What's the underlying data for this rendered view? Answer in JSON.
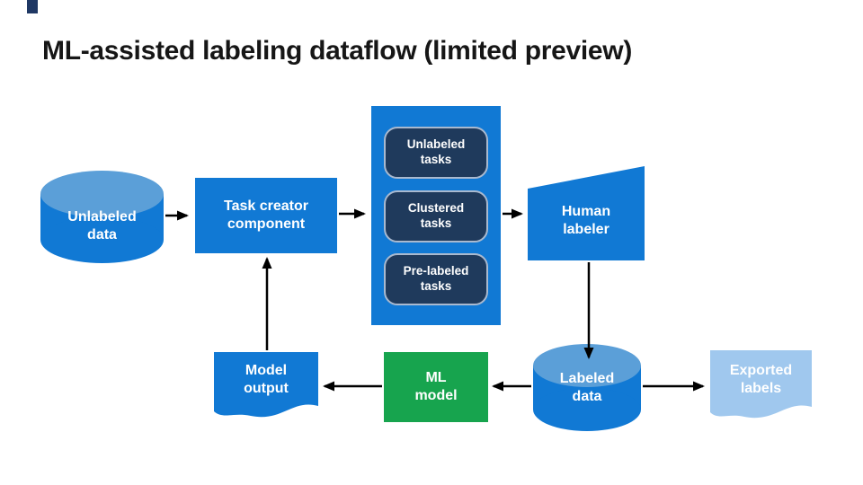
{
  "slide": {
    "title": "ML-assisted labeling dataflow (limited preview)"
  },
  "colors": {
    "primary_blue": "#1179d4",
    "cylinder_top": "#5b9fd8",
    "navy": "#1f3a5c",
    "navy_border": "#a9b9cf",
    "green": "#17a44e",
    "light_blue": "#a0c8ee",
    "arrow": "#000000",
    "title_text": "#161616",
    "label_text": "#ffffff",
    "accent_navy": "#1f3864"
  },
  "nodes": {
    "unlabeled_data": {
      "label": "Unlabeled data",
      "shape": "cylinder"
    },
    "task_creator": {
      "label": "Task creator component",
      "shape": "rectangle"
    },
    "task_container": {
      "shape": "container",
      "items": [
        {
          "label": "Unlabeled tasks"
        },
        {
          "label": "Clustered tasks"
        },
        {
          "label": "Pre-labeled tasks"
        }
      ]
    },
    "human_labeler": {
      "label": "Human labeler",
      "shape": "manual-input"
    },
    "labeled_data": {
      "label": "Labeled data",
      "shape": "cylinder"
    },
    "ml_model": {
      "label": "ML model",
      "shape": "rectangle"
    },
    "model_output": {
      "label": "Model output",
      "shape": "document"
    },
    "exported_labels": {
      "label": "Exported labels",
      "shape": "document"
    }
  },
  "edges": [
    {
      "from": "unlabeled_data",
      "to": "task_creator"
    },
    {
      "from": "task_creator",
      "to": "task_container"
    },
    {
      "from": "task_container",
      "to": "human_labeler"
    },
    {
      "from": "human_labeler",
      "to": "labeled_data"
    },
    {
      "from": "labeled_data",
      "to": "ml_model"
    },
    {
      "from": "ml_model",
      "to": "model_output"
    },
    {
      "from": "model_output",
      "to": "task_creator"
    },
    {
      "from": "labeled_data",
      "to": "exported_labels"
    }
  ]
}
